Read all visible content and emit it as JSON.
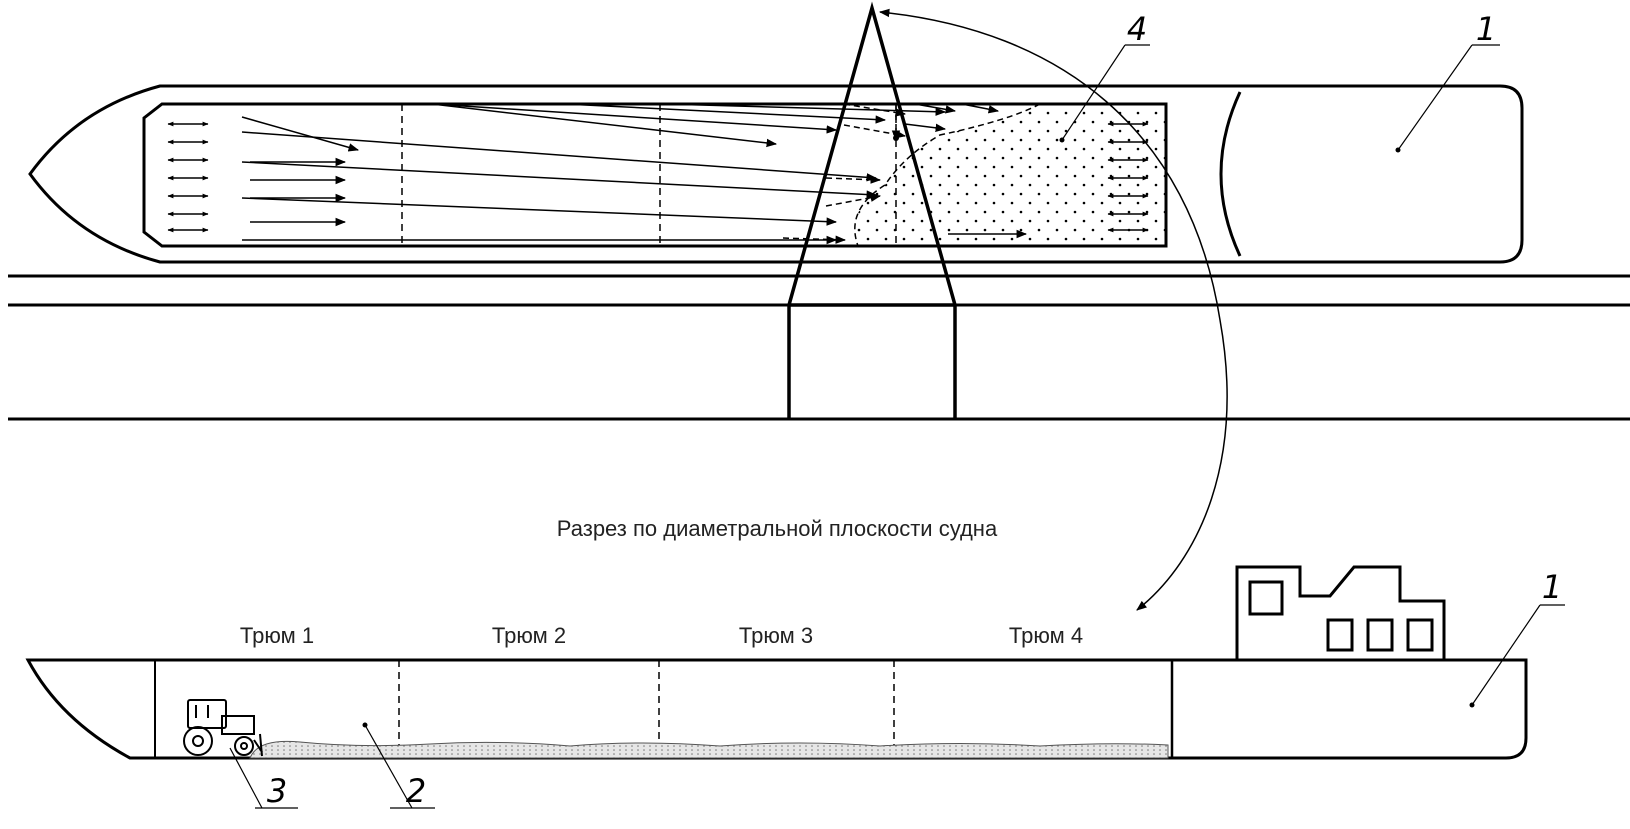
{
  "caption": "Разрез по диаметральной плоскости судна",
  "holds": [
    "Трюм 1",
    "Трюм 2",
    "Трюм 3",
    "Трюм 4"
  ],
  "callouts": {
    "vessel_plan": "1",
    "vessel_section": "1",
    "cargo": "2",
    "loader": "3",
    "pile": "4"
  }
}
